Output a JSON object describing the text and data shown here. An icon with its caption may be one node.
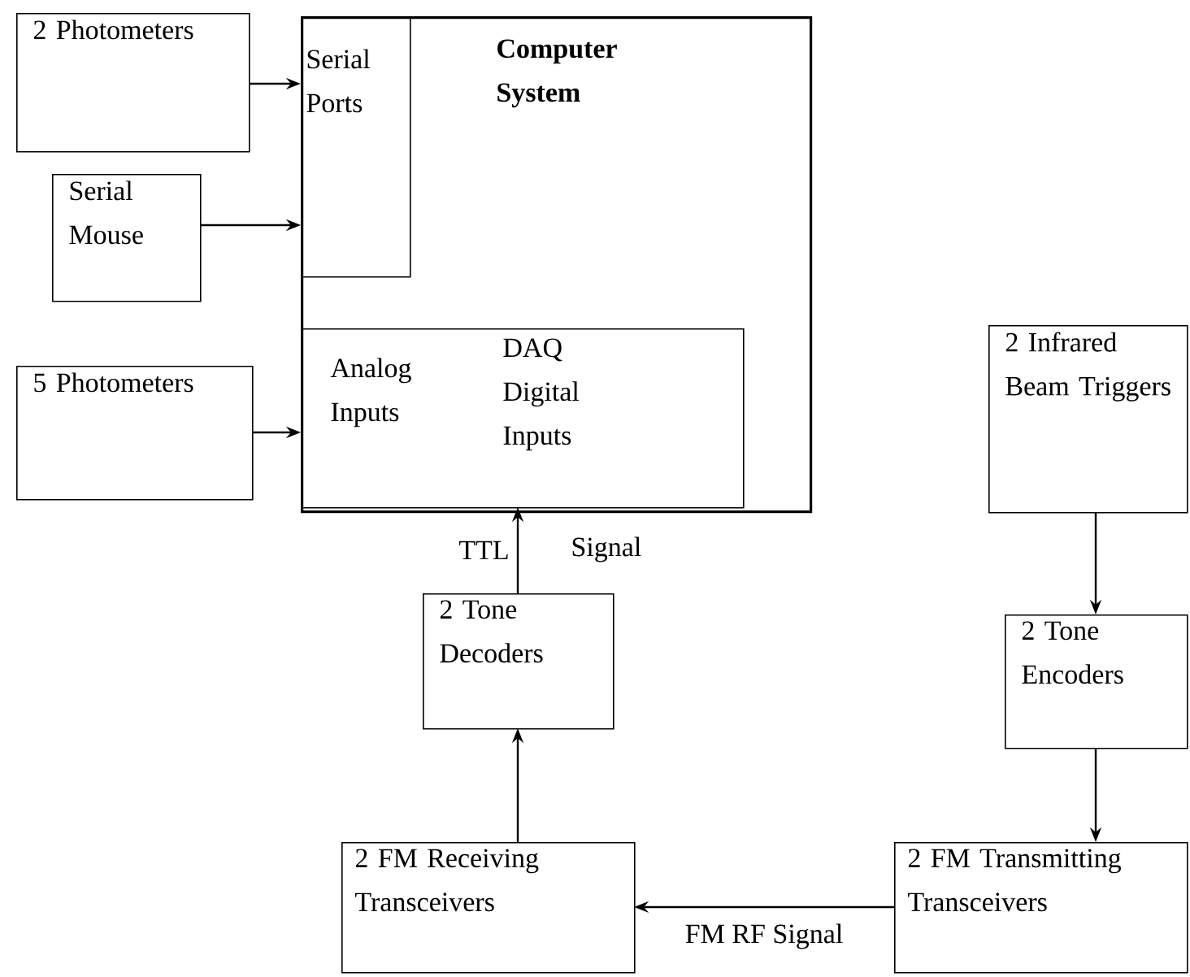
{
  "diagram": {
    "nodes": [
      {
        "text": [
          "Computer System"
        ]
      },
      {
        "text": [
          "Serial Ports"
        ],
        "in": 0
      },
      {
        "text": [
          "Analog Inputs",
          "DAQ Digital Inputs"
        ],
        "in": 0
      },
      {
        "text": [
          "2 Photometers"
        ]
      },
      {
        "text": [
          "Serial Mouse"
        ]
      },
      {
        "text": [
          "5 Photometers"
        ]
      },
      {
        "text": [
          "2 Infrared Beam Triggers"
        ]
      },
      {
        "text": [
          "2 Tone Decoders"
        ]
      },
      {
        "text": [
          "2 Tone Encoders"
        ]
      },
      {
        "text": [
          "2 FM Receiving Transceivers"
        ]
      },
      {
        "text": [
          "2 FM Transmitting Transceivers"
        ]
      }
    ],
    "edges": [
      {
        "from": 3,
        "to": 1,
        "arrow": "to"
      },
      {
        "from": 4,
        "to": 1,
        "arrow": "to"
      },
      {
        "from": 5,
        "to": 2,
        "arrow": "to"
      },
      {
        "from": 7,
        "to": 2,
        "arrow": "to",
        "label": "TTL"
      },
      {
        "from": 6,
        "to": 8,
        "arrow": "to"
      },
      {
        "from": 8,
        "to": 10,
        "arrow": "to"
      },
      {
        "from": 10,
        "to": 9,
        "arrow": "to",
        "label": "FM RF Signal"
      },
      {
        "from": 9,
        "to": 7,
        "arrow": "to"
      }
    ],
    "labels": [
      "Signal"
    ]
  }
}
